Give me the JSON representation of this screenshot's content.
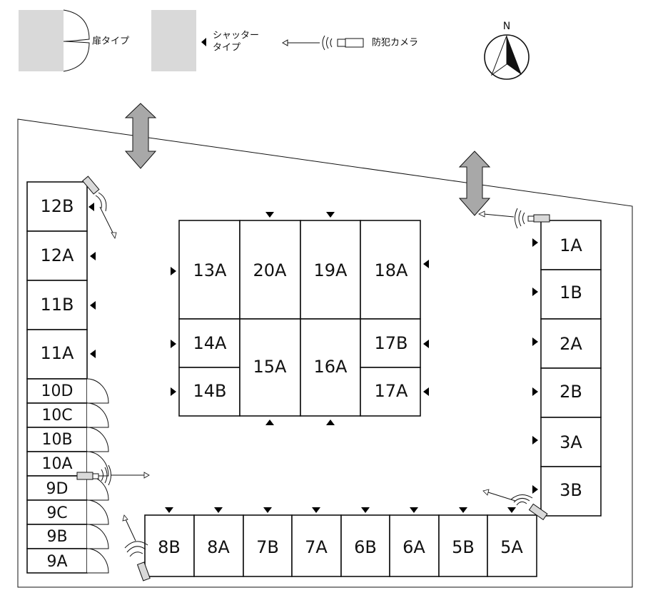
{
  "legend": {
    "door_type": "扉タイプ",
    "shutter_type_line1": "シャッター",
    "shutter_type_line2": "タイプ",
    "camera": "防犯カメラ"
  },
  "compass": {
    "north": "N"
  },
  "units": {
    "left": [
      "12B",
      "12A",
      "11B",
      "11A",
      "10D",
      "10C",
      "10B",
      "10A",
      "9D",
      "9C",
      "9B",
      "9A"
    ],
    "right": [
      "1A",
      "1B",
      "2A",
      "2B",
      "3A",
      "3B"
    ],
    "bottom": [
      "8B",
      "8A",
      "7B",
      "7A",
      "6B",
      "6A",
      "5B",
      "5A"
    ],
    "center": [
      "13A",
      "20A",
      "19A",
      "18A",
      "14A",
      "14B",
      "15A",
      "16A",
      "17B",
      "17A"
    ]
  },
  "colors": {
    "grey_fill": "#d9d9d9",
    "arrow_fill": "#a8a8a8",
    "line": "#111111"
  }
}
